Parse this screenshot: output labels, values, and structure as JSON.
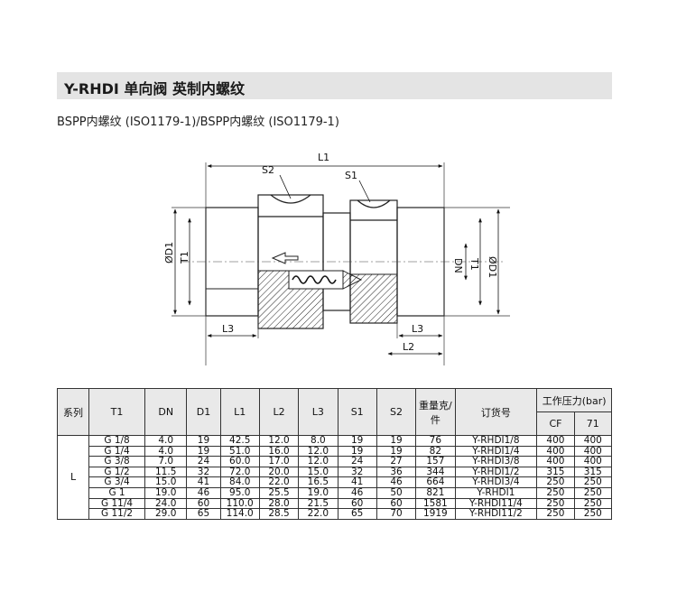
{
  "title": "Y-RHDI 单向阀 英制内螺纹",
  "subtitle": "BSPP内螺纹 (ISO1179-1)/BSPP内螺纹 (ISO1179-1)",
  "drawing_labels": {
    "l1": "L1",
    "s1": "S1",
    "s2": "S2",
    "d1_left": "ØD1",
    "t1_left": "T1",
    "dn": "DN",
    "t1_right": "T1",
    "d1_right": "ØD1",
    "l2": "L2",
    "l3_left": "L3",
    "l3_right": "L3"
  },
  "table": {
    "headers": {
      "series": "系列",
      "t1": "T1",
      "dn": "DN",
      "d1": "D1",
      "l1": "L1",
      "l2": "L2",
      "l3": "L3",
      "s1": "S1",
      "s2": "S2",
      "weight": "重量克/件",
      "order": "订货号",
      "pressure": "工作压力(bar)",
      "cf": "CF",
      "p71": "71"
    },
    "series_value": "L",
    "rows": [
      [
        "G 1/8",
        "4.0",
        "19",
        "42.5",
        "12.0",
        "8.0",
        "19",
        "19",
        "76",
        "Y-RHDI1/8",
        "400",
        "400"
      ],
      [
        "G 1/4",
        "4.0",
        "19",
        "51.0",
        "16.0",
        "12.0",
        "19",
        "19",
        "82",
        "Y-RHDI1/4",
        "400",
        "400"
      ],
      [
        "G 3/8",
        "7.0",
        "24",
        "60.0",
        "17.0",
        "12.0",
        "24",
        "27",
        "157",
        "Y-RHDI3/8",
        "400",
        "400"
      ],
      [
        "G 1/2",
        "11.5",
        "32",
        "72.0",
        "20.0",
        "15.0",
        "32",
        "36",
        "344",
        "Y-RHDI1/2",
        "315",
        "315"
      ],
      [
        "G 3/4",
        "15.0",
        "41",
        "84.0",
        "22.0",
        "16.5",
        "41",
        "46",
        "664",
        "Y-RHDI3/4",
        "250",
        "250"
      ],
      [
        "G 1",
        "19.0",
        "46",
        "95.0",
        "25.5",
        "19.0",
        "46",
        "50",
        "821",
        "Y-RHDI1",
        "250",
        "250"
      ],
      [
        "G 11/4",
        "24.0",
        "60",
        "110.0",
        "28.0",
        "21.5",
        "60",
        "60",
        "1581",
        "Y-RHDI11/4",
        "250",
        "250"
      ],
      [
        "G 11/2",
        "29.0",
        "65",
        "114.0",
        "28.5",
        "22.0",
        "65",
        "70",
        "1919",
        "Y-RHDI11/2",
        "250",
        "250"
      ]
    ]
  }
}
